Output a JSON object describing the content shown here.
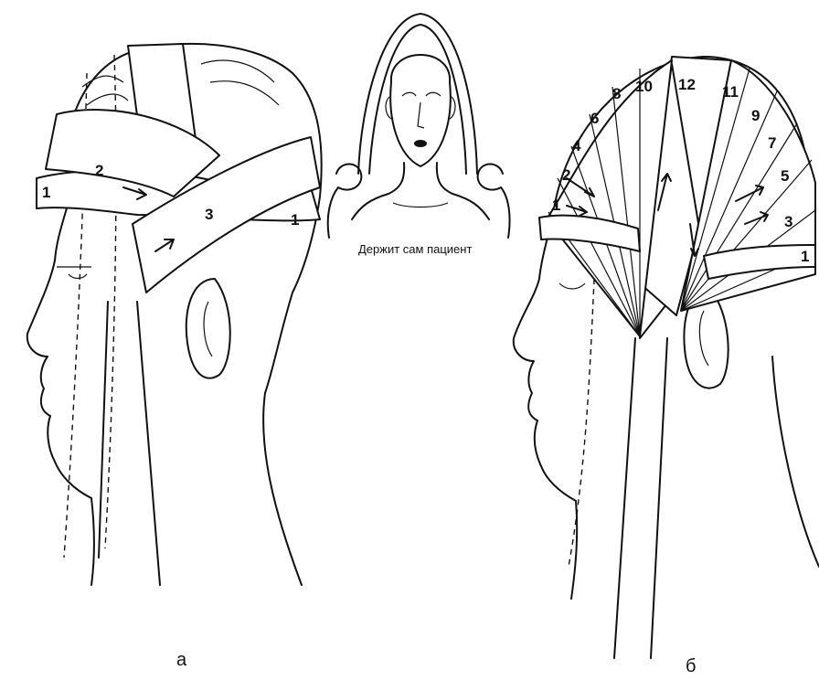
{
  "figure_a": {
    "caption": "а",
    "tour_labels": [
      "1",
      "2",
      "3",
      "1"
    ]
  },
  "figure_center": {
    "note": "Держит сам пациент"
  },
  "figure_b": {
    "caption": "б",
    "tour_labels": [
      "1",
      "2",
      "4",
      "6",
      "8",
      "10",
      "12",
      "11",
      "9",
      "7",
      "5",
      "3",
      "1"
    ]
  }
}
